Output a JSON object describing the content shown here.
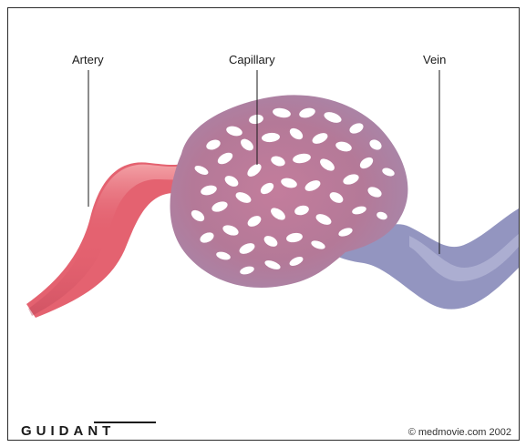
{
  "labels": {
    "artery": "Artery",
    "capillary": "Capillary",
    "vein": "Vein"
  },
  "footer": {
    "logo": "GUIDANT",
    "copyright": "© medmovie.com 2002"
  },
  "colors": {
    "artery": "#e05a68",
    "capillary_mid": "#b77a9b",
    "vein": "#8f93bf",
    "background": "#ffffff"
  }
}
